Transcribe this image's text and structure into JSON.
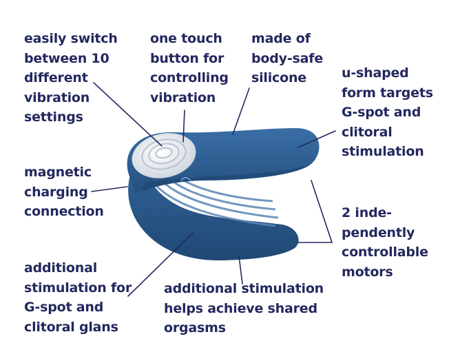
{
  "annotations": {
    "vibration_settings": "easily switch\nbetween 10\ndifferent\nvibration\nsettings",
    "one_touch_button": "one touch\nbutton for\ncontrolling\nvibration",
    "silicone": "made of\nbody-safe\nsilicone",
    "u_shaped": "u-shaped\nform targets\nG-spot and\nclitoral\nstimulation",
    "magnetic_charging": "magnetic\ncharging\nconnection",
    "motors": "2 inde-\npendently\ncontrollable\nmotors",
    "additional_gspot": "additional\nstimulation for\nG-spot and\nclitoral glans",
    "additional_shared": "additional stimulation\nhelps achieve shared\norgasms"
  },
  "colors": {
    "text": "#23285e",
    "product_body": "#2e5f94",
    "product_shade": "#1f4876",
    "button": "#e6eaef"
  }
}
